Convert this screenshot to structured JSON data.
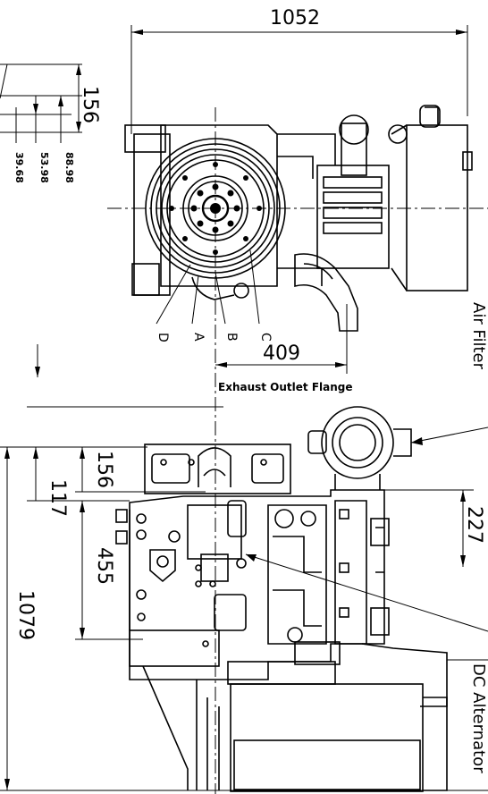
{
  "dimensions": {
    "overall_width": "1052",
    "flywheel_to_exhaust": "409",
    "left_top_156": "156",
    "small_88_98": "88.98",
    "small_53_98": "53.98",
    "small_39_68": "39.68",
    "side_156": "156",
    "side_117": "117",
    "side_455": "455",
    "overall_length": "1079",
    "right_227": "227"
  },
  "callouts": {
    "a": "A",
    "b": "B",
    "c": "C",
    "d": "D"
  },
  "labels": {
    "exhaust_outlet_flange": "Exhaust Outlet Flange",
    "air_filter": "Air Filter",
    "dc_alternator": "DC Alternator"
  }
}
